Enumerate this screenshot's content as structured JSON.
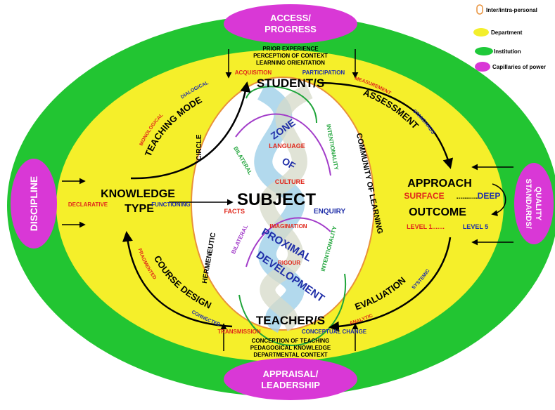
{
  "legend": {
    "items": [
      {
        "label": "Inter/intra-personal",
        "color": "#ffffff",
        "stroke": "#e8913a"
      },
      {
        "label": "Department",
        "color": "#f3ef2c",
        "stroke": "#f3ef2c"
      },
      {
        "label": "Institution",
        "color": "#1fc93a",
        "stroke": "#1fc93a"
      },
      {
        "label": "Capillaries of power",
        "color": "#d938d6",
        "stroke": "#d938d6"
      }
    ]
  },
  "colors": {
    "institution": "#22c532",
    "department": "#f5ef2a",
    "interpersonal": "#ffffff",
    "power": "#d938d6",
    "accent_red": "#e0271b",
    "accent_blue": "#1f2ea8"
  },
  "power_nodes": {
    "top_line1": "ACCESS/",
    "top_line2": "PROGRESS",
    "bottom_line1": "APPRAISAL/",
    "bottom_line2": "LEADERSHIP",
    "left": "DISCIPLINE",
    "right_line1": "STANDARDS/",
    "right_line2": "QUALITY"
  },
  "student_context": [
    "PRIOR EXPERIENCE",
    "PERCEPTION OF CONTEXT",
    "LEARNING ORIENTATION"
  ],
  "teacher_context": [
    "CONCEPTION OF TEACHING",
    "PEDAGOGICAL KNOWLEDGE",
    "DEPARTMENTAL CONTEXT"
  ],
  "student": {
    "title": "STUDENT/S",
    "left": "ACQUISITION",
    "right": "PARTICIPATION"
  },
  "teacher": {
    "title": "TEACHER/S",
    "left": "TRANSMISSION",
    "right": "CONCEPTUAL CHANGE"
  },
  "subject": {
    "title": "SUBJECT",
    "left": "FACTS",
    "right": "ENQUIRY"
  },
  "knowledge": {
    "line1": "KNOWLEDGE",
    "line2": "TYPE",
    "left": "DECLARATIVE",
    "right": "FUNCTIONING"
  },
  "approach": {
    "title": "APPROACH",
    "surface": "SURFACE",
    "dots": "...........",
    "deep": "DEEP"
  },
  "outcome": {
    "title": "OUTCOME",
    "level1": "LEVEL 1.......",
    "level5": "LEVEL 5"
  },
  "arcs": {
    "teaching_mode": "TEACHING MODE",
    "monological": "MONOLOGICAL",
    "dialogical": "DIALOGICAL",
    "assessment": "ASSESSMENT",
    "measurement": "MEASUREMENT",
    "standards": "STANDARDS",
    "course_design": "COURSE DESIGN",
    "fragmented": "FRAGMENTED",
    "connected": "CONNECTED",
    "evaluation": "EVALUATION",
    "analytic": "ANALYTIC",
    "systemic": "SYSTEMIC",
    "circle": "CIRCLE",
    "hermeneutic": "HERMENEUTIC",
    "community": "COMMUNITY OF LEARNING"
  },
  "helix": {
    "zone": "ZONE",
    "language": "LANGUAGE",
    "of": "OF",
    "culture": "CULTURE",
    "imagination": "IMAGINATION",
    "proximal": "PROXIMAL",
    "rigour": "RIGOUR",
    "development": "DEVELOPMENT",
    "bilateral": "BILATERAL",
    "intentionality": "INTENTIONALITY"
  }
}
